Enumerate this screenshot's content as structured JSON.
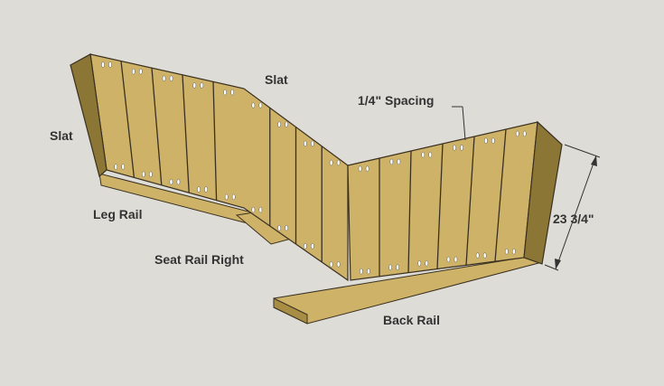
{
  "labels": {
    "slat_left": "Slat",
    "slat_top": "Slat",
    "spacing": "1/4\" Spacing",
    "leg_rail": "Leg Rail",
    "seat_rail_right": "Seat Rail Right",
    "back_rail": "Back Rail",
    "height": "23 3/4\""
  },
  "colors": {
    "background": "#dedcd7",
    "wood": "#cdb268",
    "wood_dark": "#a88d45",
    "wood_shadow": "#7d6a32",
    "edge": "#3a3020"
  }
}
